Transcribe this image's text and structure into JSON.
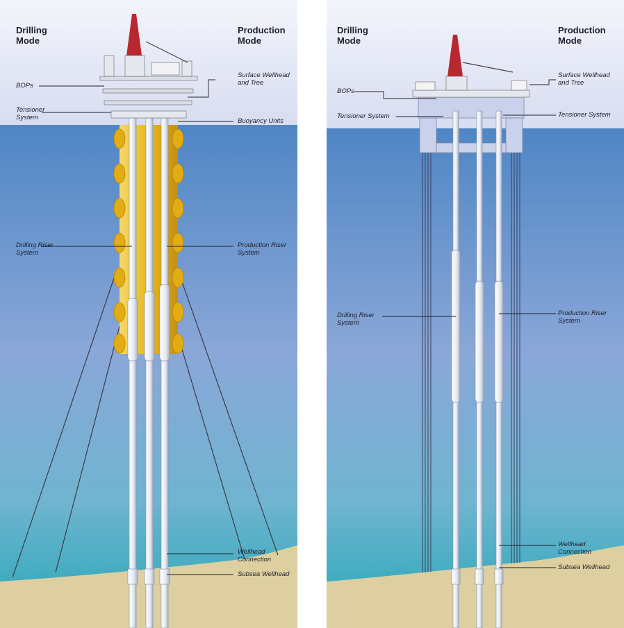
{
  "left": {
    "drilling_mode": "Drilling\nMode",
    "production_mode": "Production\nMode",
    "labels": {
      "bops": "BOPs",
      "tensioner": "Tensioner\nSystem",
      "surface_wellhead": "Surface Wellhead\nand Tree",
      "buoyancy": "Buoyancy Units",
      "drilling_riser": "Drilling Riser\nSystem",
      "production_riser": "Production Riser\nSystem",
      "wellhead_connection": "Wellhead\nConnection",
      "subsea_wellhead": "Subsea Wellhead"
    }
  },
  "right": {
    "drilling_mode": "Drilling\nMode",
    "production_mode": "Production\nMode",
    "labels": {
      "bops": "BOPs",
      "tensioner_left": "Tensioner System",
      "tensioner_right": "Tensioner System",
      "surface_wellhead": "Surface Wellhead\nand Tree",
      "drilling_riser": "Drilling Riser\nSystem",
      "production_riser": "Production Riser\nSystem",
      "wellhead_connection": "Wellhead\nConnection",
      "subsea_wellhead": "Subsea Wellhead"
    }
  },
  "colors": {
    "sky_top": "#dfe3f4",
    "sea_top": "#4f86c4",
    "sea_bottom": "#2aa7b4",
    "seabed": "#ddcfa0",
    "buoyancy": "#e7b81a",
    "derrick": "#b8282e",
    "riser": "#eef1f6"
  }
}
